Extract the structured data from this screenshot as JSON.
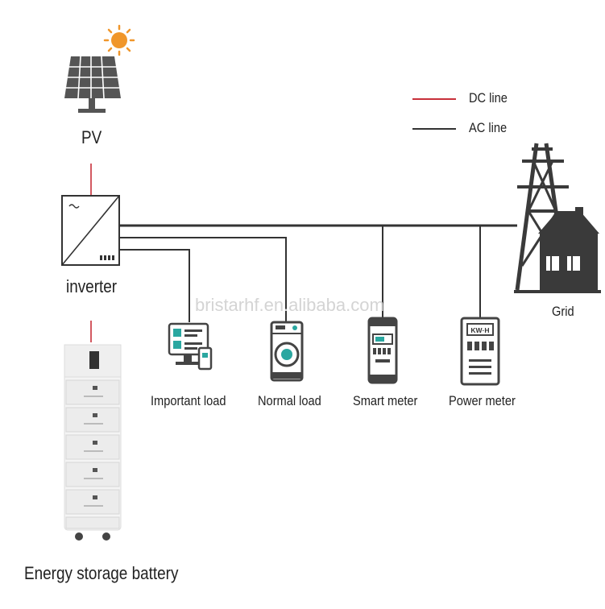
{
  "legend": {
    "dc_label": "DC line",
    "ac_label": "AC line",
    "dc_color": "#c8303a",
    "ac_color": "#333333"
  },
  "nodes": {
    "pv": "PV",
    "inverter": "inverter",
    "battery": "Energy storage battery",
    "grid": "Grid",
    "important_load": "Important load",
    "normal_load": "Normal load",
    "smart_meter": "Smart meter",
    "power_meter": "Power meter"
  },
  "power_meter_display": "KW·H",
  "watermark": "bristarhf.en.alibaba.com",
  "colors": {
    "sun": "#f0962a",
    "icon_dark": "#4a4a4a",
    "accent_teal": "#2aa7a0"
  }
}
